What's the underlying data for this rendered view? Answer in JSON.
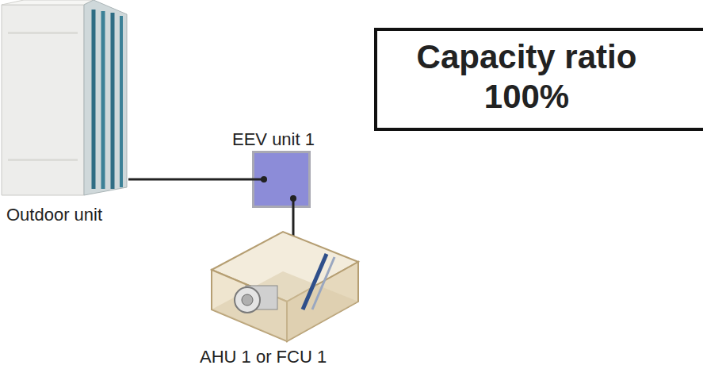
{
  "diagram": {
    "nodes": [
      {
        "text": [
          "Outdoor unit"
        ]
      },
      {
        "text": [
          "EEV unit 1"
        ]
      },
      {
        "text": [
          "AHU 1 or FCU 1"
        ]
      },
      {
        "text": [
          "Capacity ratio",
          "100%"
        ]
      }
    ],
    "edges": [
      {
        "from": 0,
        "to": 1,
        "arrow": "none"
      },
      {
        "from": 1,
        "to": 2,
        "arrow": "none"
      }
    ]
  }
}
